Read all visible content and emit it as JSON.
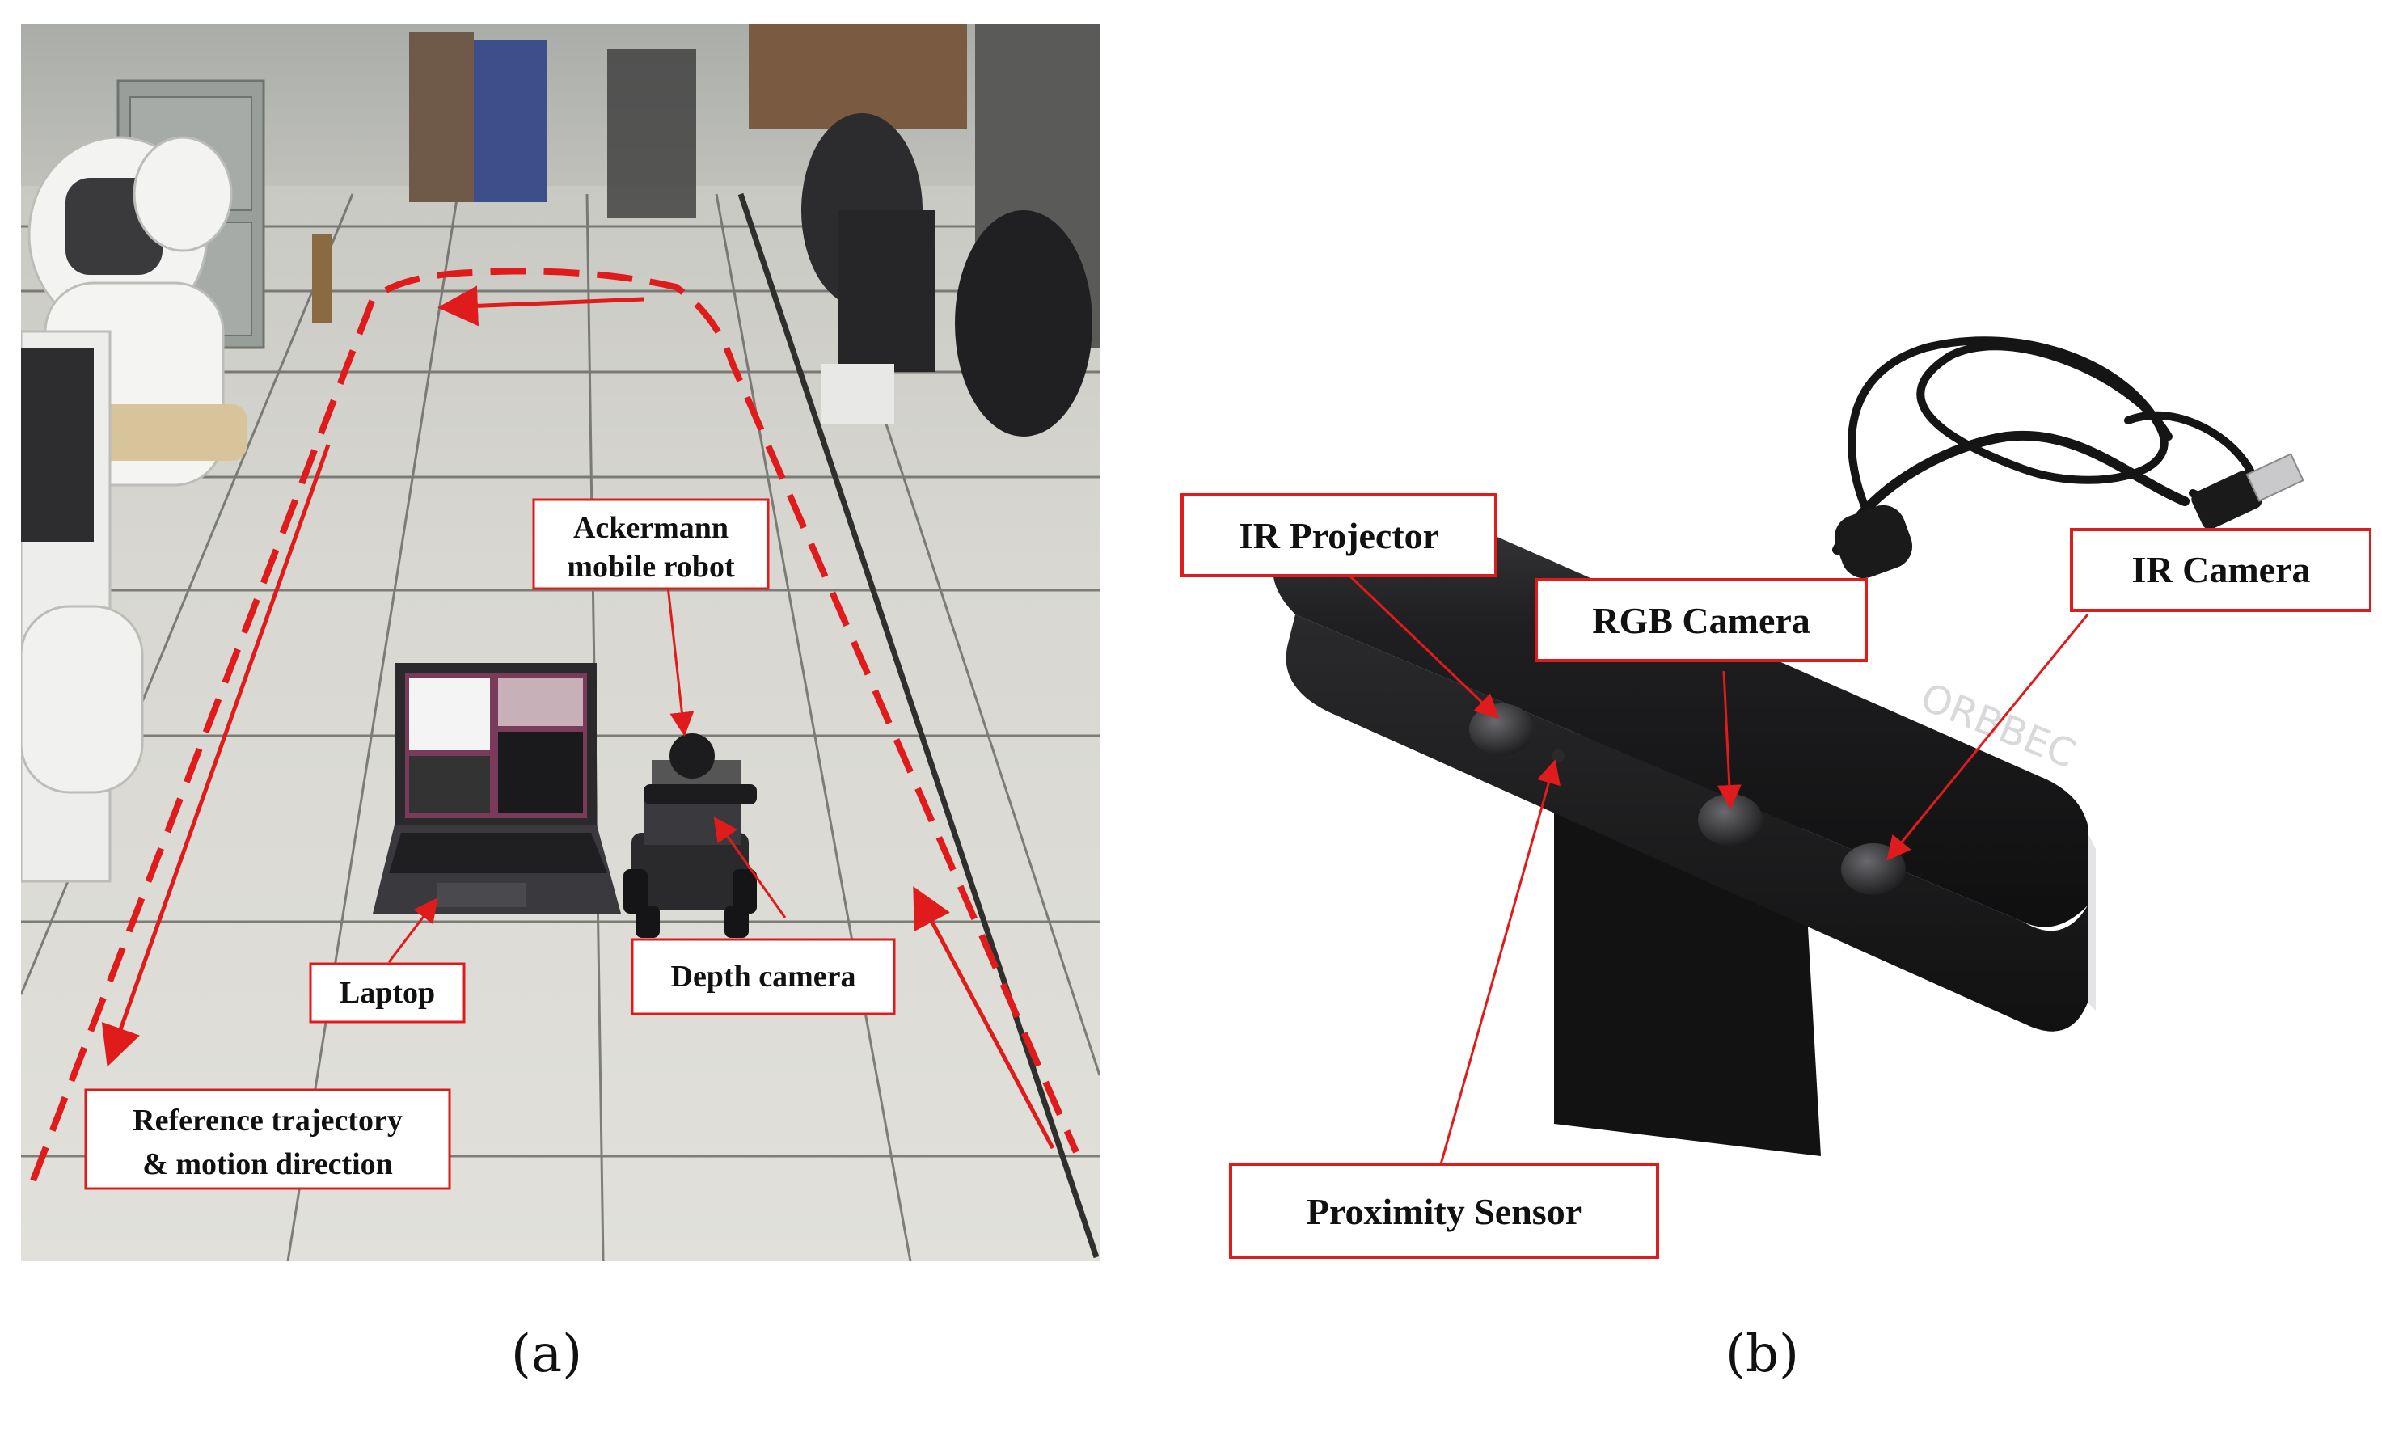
{
  "panel_a": {
    "labels": {
      "robot_line1": "Ackermann",
      "robot_line2": "mobile robot",
      "laptop": "Laptop",
      "depth_camera": "Depth camera",
      "trajectory_line1": "Reference trajectory",
      "trajectory_line2": "& motion direction"
    },
    "caption": "(a)"
  },
  "panel_b": {
    "labels": {
      "ir_projector": "IR Projector",
      "rgb_camera": "RGB Camera",
      "ir_camera": "IR Camera",
      "proximity_sensor": "Proximity Sensor"
    },
    "brand_text": "ORBBEC",
    "caption": "(b)"
  },
  "colors": {
    "annotation": "#e01b1b",
    "floor": "#d9d8d2",
    "device_body": "#1c1c1e"
  }
}
